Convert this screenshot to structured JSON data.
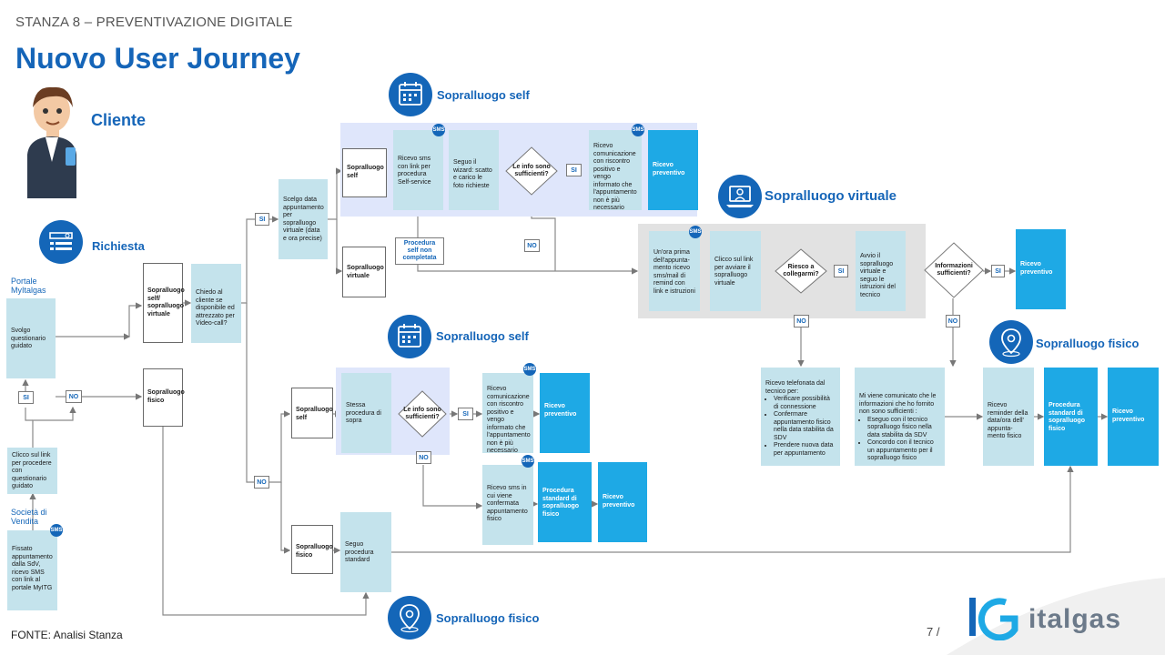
{
  "header": {
    "stanza": "STANZA 8 – PREVENTIVAZIONE DIGITALE",
    "title": "Nuovo User Journey"
  },
  "sections": {
    "cliente": "Cliente",
    "richiesta": "Richiesta",
    "self_top": "Sopralluogo self",
    "virtuale": "Sopralluogo virtuale",
    "self_mid": "Sopralluogo self",
    "fisico_right": "Sopralluogo fisico",
    "fisico_bottom": "Sopralluogo fisico"
  },
  "left": {
    "portale": "Portale MyItalgas",
    "svolgo": "Svolgo questionario guidato",
    "si": "SI",
    "no": "NO",
    "clicco": "Clicco sul link per procedere con questionario guidato",
    "societa": "Società di Vendita",
    "fissato": "Fissato appuntamento dalla SdV, ricevo SMS con link al portale MyITG"
  },
  "mid": {
    "self_virtuale": "Sopralluogo self/ sopralluogo virtuale",
    "chiedo": "Chiedo al cliente se disponibile ed attrezzato per Video-call?",
    "fisico": "Sopralluogo fisico",
    "si": "SI",
    "no": "NO",
    "scelgo": "Scelgo data appuntamento per sopralluogo virtuale (data e ora precise)"
  },
  "self_top": {
    "box": "Sopralluogo self",
    "ricevo_sms": "Ricevo sms con link per procedura Self-service",
    "wizard": "Seguo il wizard: scatto e carico le foto richieste",
    "question": "Le info sono sufficienti?",
    "si": "SI",
    "comunicazione": "Ricevo comunicazione con riscontro positivo e vengo informato che l'appuntamento non è più necessario",
    "preventivo": "Ricevo preventivo",
    "non_completata": "Procedura self non completata",
    "no": "NO",
    "virtuale_box": "Sopralluogo virtuale",
    "sms": "SMS"
  },
  "virtuale": {
    "remind": "Un'ora prima dell'appunta- mento ricevo sms/mail di remind con link e istruzioni",
    "clicco": "Clicco sul link per avviare il sopralluogo virtuale",
    "question1": "Riesco a collegarmi?",
    "si1": "SI",
    "avvio": "Avvio il sopralluogo virtuale e seguo le istruzioni del tecnico",
    "question2": "Informazioni sufficienti?",
    "si2": "SI",
    "preventivo": "Ricevo preventivo",
    "no1": "NO",
    "no2": "NO",
    "sms": "SMS"
  },
  "telefonata": {
    "intro": "Ricevo telefonata dal tecnico per:",
    "items": [
      "Verificare possibilità di connessione",
      "Confermare appuntamento fisico nella data stabilita da SDV",
      "Prendere nuova data per appuntamento"
    ]
  },
  "comunicato": {
    "intro": "Mi viene comunicato che le informazioni che ho fornito non sono sufficienti :",
    "items": [
      "Eseguo con il tecnico sopralluogo fisico nella data stabilita da SDV",
      "Concordo con il tecnico un appuntamento per il sopralluogo fisico"
    ]
  },
  "fisico_right": {
    "reminder": "Ricevo reminder della data/ora dell' appunta- mento fisico",
    "procedura": "Procedura standard di sopralluogo fisico",
    "preventivo": "Ricevo preventivo"
  },
  "self_mid": {
    "box": "Sopralluogo self",
    "stessa": "Stessa procedura di sopra",
    "question": "Le info sono sufficienti?",
    "si": "SI",
    "no": "NO",
    "comunicazione": "Ricevo comunicazione con riscontro positivo e vengo informato che l'appuntamento non è più necessario",
    "preventivo1": "Ricevo preventivo",
    "confermata": "Ricevo sms in cui viene confermata appuntamento fisico",
    "procedura": "Procedura standard di sopralluogo fisico",
    "preventivo2": "Ricevo preventivo",
    "sms": "SMS"
  },
  "fisico_bottom": {
    "box": "Sopralluogo fisico",
    "seguo": "Seguo procedura standard"
  },
  "footer": {
    "fonte": "FONTE: Analisi Stanza",
    "page": "7 /",
    "logo": "italgas"
  },
  "colors": {
    "accent": "#1466b8",
    "light_box": "#c4e3ec",
    "dark_box": "#1ea9e5",
    "region": "#dfe6fb",
    "region_grey": "#e2e2e2"
  },
  "icons": [
    "calendar-icon",
    "laptop-user-icon",
    "form-icon",
    "location-pin-icon",
    "person-avatar-icon"
  ]
}
